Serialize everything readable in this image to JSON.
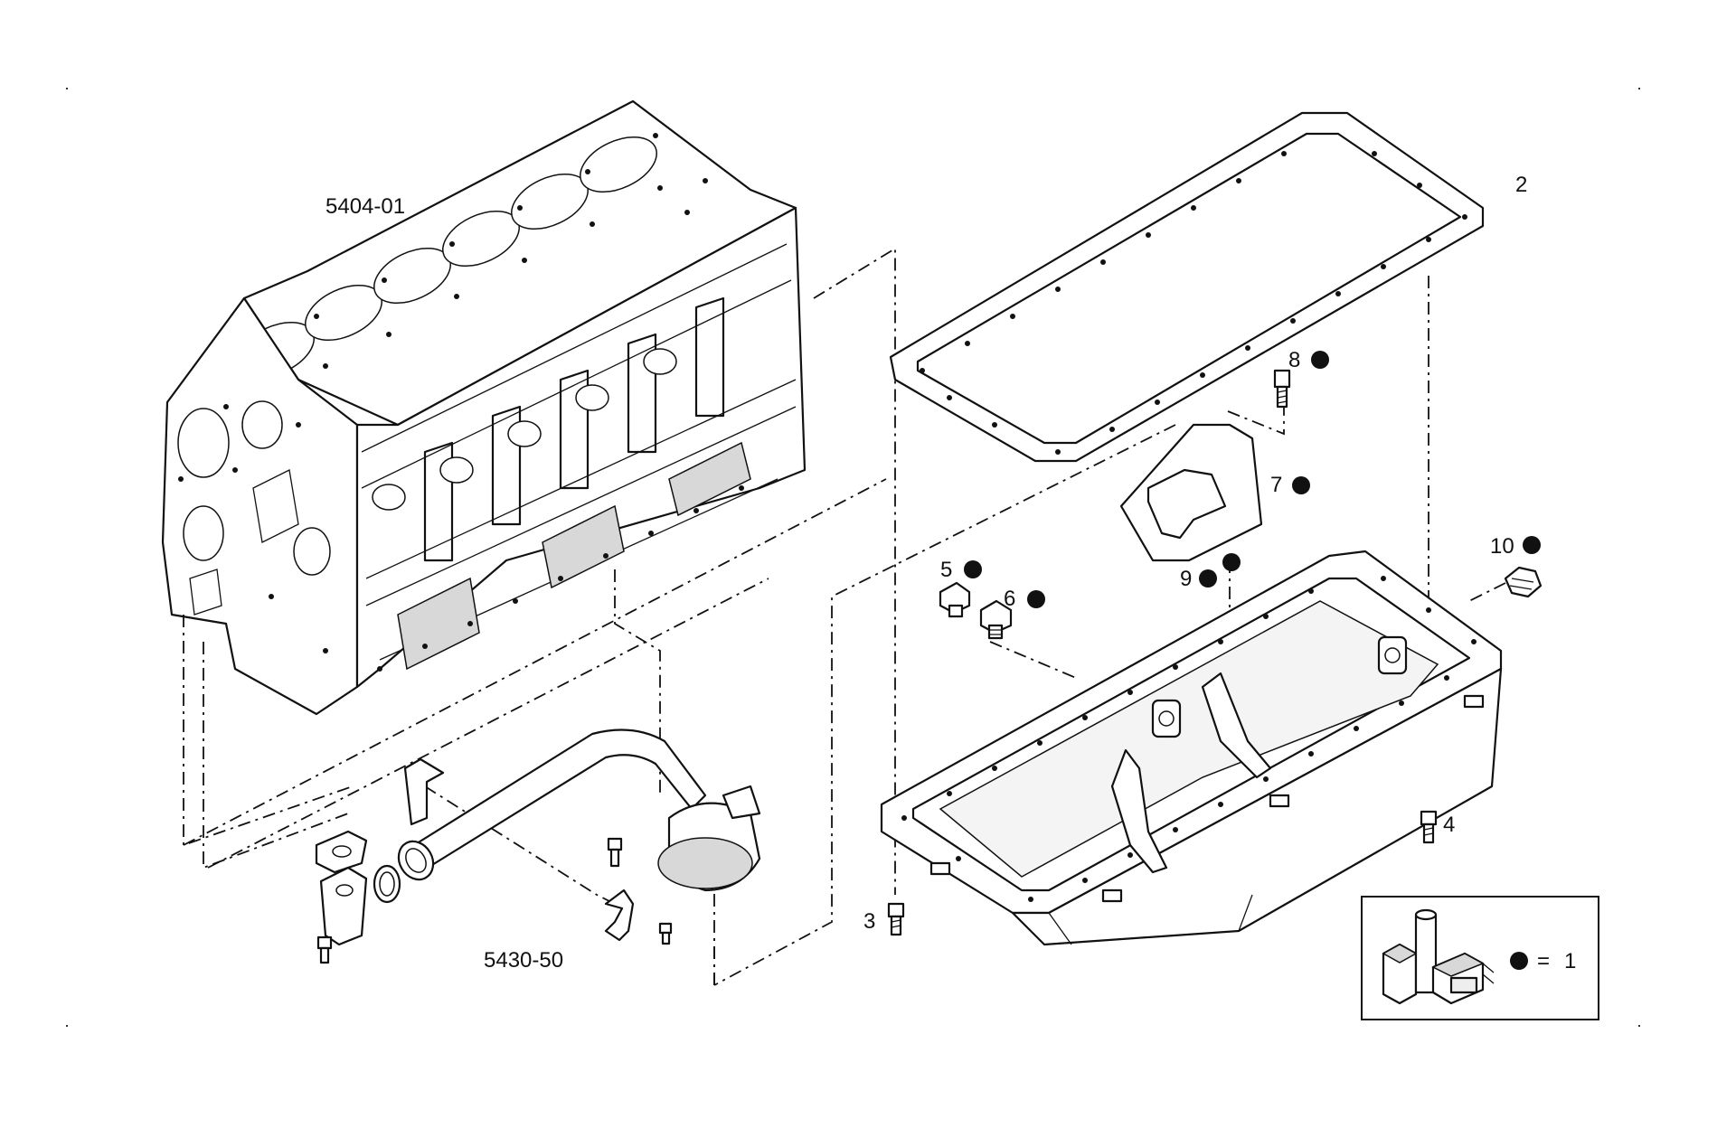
{
  "assemblies": {
    "block_ref": "5404-01",
    "strainer_ref": "5430-50"
  },
  "callouts": [
    {
      "id": "2",
      "label": "2",
      "kit": false
    },
    {
      "id": "3",
      "label": "3",
      "kit": false
    },
    {
      "id": "4",
      "label": "4",
      "kit": false
    },
    {
      "id": "5",
      "label": "5",
      "kit": true
    },
    {
      "id": "6",
      "label": "6",
      "kit": true
    },
    {
      "id": "7",
      "label": "7",
      "kit": true
    },
    {
      "id": "8",
      "label": "8",
      "kit": true
    },
    {
      "id": "9",
      "label": "9",
      "kit": true
    },
    {
      "id": "10",
      "label": "10",
      "kit": true
    }
  ],
  "legend": {
    "equals": "=",
    "kit_number": "1"
  },
  "icons": [
    "engine-block",
    "oil-pan-gasket",
    "oil-pan",
    "oil-strainer-tube",
    "gasket-plate",
    "bolt",
    "drain-plug",
    "kit-box"
  ]
}
